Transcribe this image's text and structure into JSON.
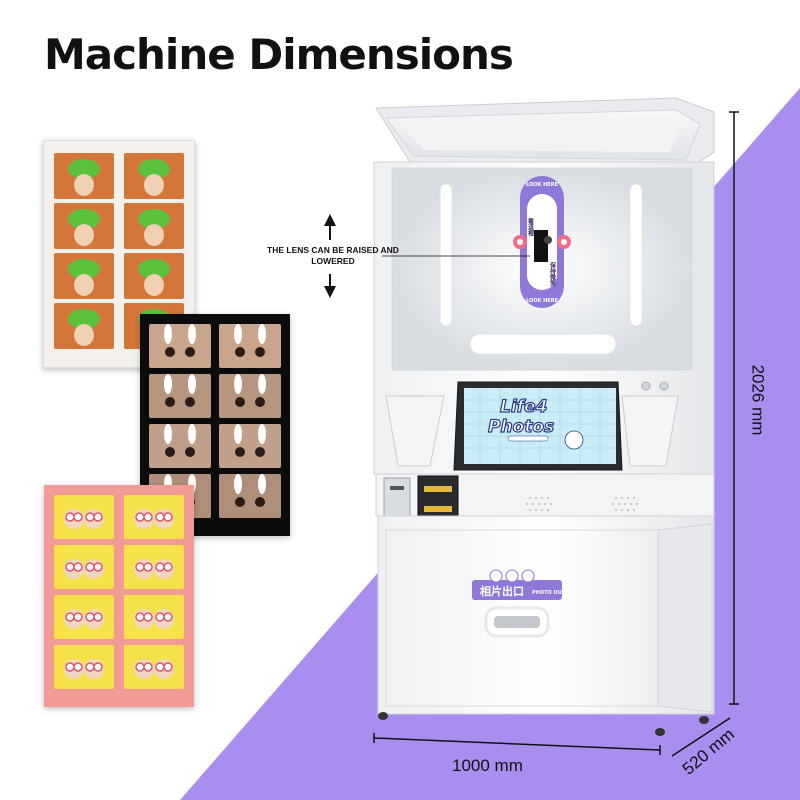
{
  "title": "Machine Dimensions",
  "dimensions": {
    "height": "2026 mm",
    "width": "1000 mm",
    "depth": "520 mm"
  },
  "lens_note": "THE LENS CAN BE RAISED AND LOWERED",
  "screen": {
    "line1": "Life4",
    "line2": "Photos"
  },
  "lens_panel": {
    "look_top": "LOOK HERE",
    "look_bottom": "LOOK HERE",
    "cn_left": "看這裡",
    "cn_right": "保持微笑"
  },
  "photo_out": {
    "cn": "相片出口",
    "en": "PHOTO OUT"
  },
  "colors": {
    "background_purple": "#a98ef0",
    "strip_white": "#f4f1ec",
    "strip_black": "#0c0c0c",
    "strip_pink": "#f29a96",
    "cell_orange": "#d4763a",
    "cell_yellow": "#f5e14a",
    "screen_blue": "#c9ecf6",
    "label_purple": "#8f78d8"
  },
  "icons": [
    "arrow-up-icon",
    "arrow-down-icon",
    "speaker-grille-icon",
    "coin-slot-icon",
    "bill-acceptor-icon"
  ]
}
